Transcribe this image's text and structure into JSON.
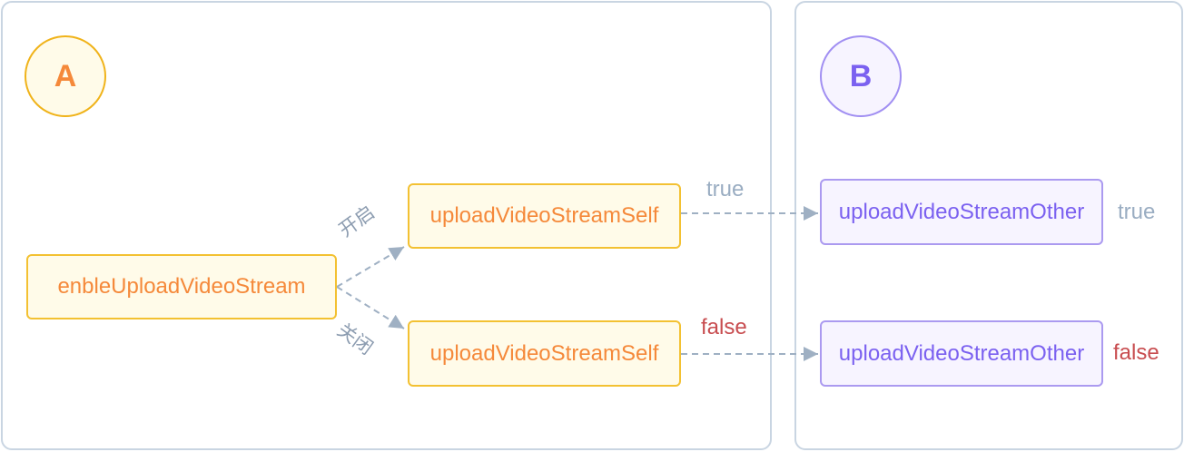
{
  "panels": {
    "a": {
      "badge": "A"
    },
    "b": {
      "badge": "B"
    }
  },
  "nodes": {
    "enable": "enbleUploadVideoStream",
    "self_true": "uploadVideoStreamSelf",
    "self_false": "uploadVideoStreamSelf",
    "other_true": "uploadVideoStreamOther",
    "other_false": "uploadVideoStreamOther"
  },
  "edge_labels": {
    "open": "开启",
    "close": "关闭",
    "true_self": "true",
    "false_self": "false",
    "true_other": "true",
    "false_other": "false"
  },
  "colors": {
    "orange_text": "#f5893a",
    "orange_border": "#f3c132",
    "purple_text": "#7b61f0",
    "purple_border": "#ab9af0",
    "connector": "#9fb0c3",
    "true_label": "#9aadc2",
    "false_label": "#c84d50"
  }
}
